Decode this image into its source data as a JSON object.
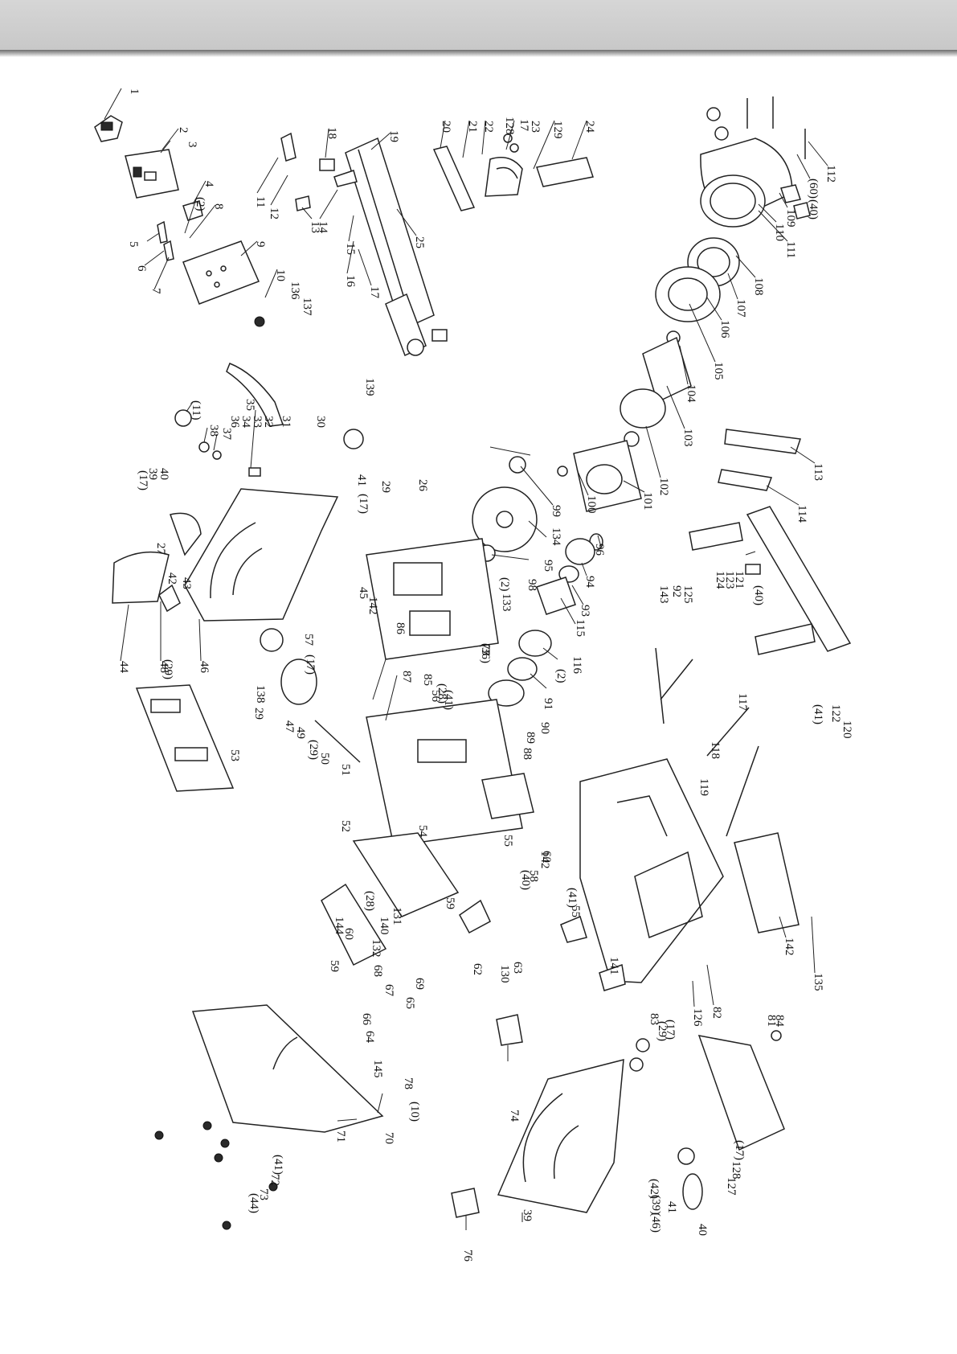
{
  "header": {
    "background": "#cdcdcd",
    "shadow": "#6d6d6d"
  },
  "diagram": {
    "labels": [
      "1",
      "2",
      "3",
      "4",
      "(2)",
      "8",
      "5",
      "6",
      "7",
      "9",
      "10",
      "11",
      "12",
      "13",
      "14",
      "18",
      "19",
      "15",
      "16",
      "17",
      "25",
      "20",
      "21",
      "22",
      "128",
      "17",
      "23",
      "129",
      "24",
      "112",
      "(60)",
      "(40)",
      "109",
      "110",
      "111",
      "108",
      "107",
      "106",
      "105",
      "104",
      "103",
      "102",
      "101",
      "100",
      "99",
      "113",
      "114",
      "136",
      "137",
      "139",
      "35",
      "(11)",
      "38",
      "37",
      "36",
      "34",
      "33",
      "32",
      "31",
      "30",
      "(17)",
      "39",
      "40",
      "41",
      "(17)",
      "29",
      "26",
      "27",
      "42",
      "43",
      "44",
      "48",
      "46",
      "45",
      "142",
      "(2)",
      "133",
      "134",
      "95",
      "98",
      "96",
      "94",
      "93",
      "143",
      "92",
      "125",
      "124",
      "123",
      "121",
      "(40)",
      "(41)",
      "122",
      "120",
      "117",
      "118",
      "119",
      "115",
      "116",
      "(2)",
      "91",
      "90",
      "89",
      "88",
      "87",
      "86",
      "85",
      "56",
      "(28)",
      "(41)",
      "57",
      "(17)",
      "(29)",
      "138",
      "29",
      "47",
      "49",
      "(29)",
      "50",
      "51",
      "52",
      "53",
      "54",
      "55",
      "142",
      "(40)",
      "58",
      "(28)",
      "140",
      "132",
      "131",
      "60",
      "59",
      "62",
      "130",
      "63",
      "144",
      "60",
      "59",
      "67",
      "68",
      "69",
      "65",
      "66",
      "64",
      "(41)",
      "55",
      "141",
      "142",
      "135",
      "126",
      "82",
      "81",
      "84",
      "83",
      "(29)",
      "(17)",
      "128",
      "(17)",
      "127",
      "145",
      "78",
      "(10)",
      "70",
      "71",
      "(41)",
      "72",
      "73",
      "(44)",
      "74",
      "(42)",
      "(39)",
      "(46)",
      "41",
      "40",
      "39",
      "76",
      "77",
      "75",
      "(36)"
    ]
  }
}
